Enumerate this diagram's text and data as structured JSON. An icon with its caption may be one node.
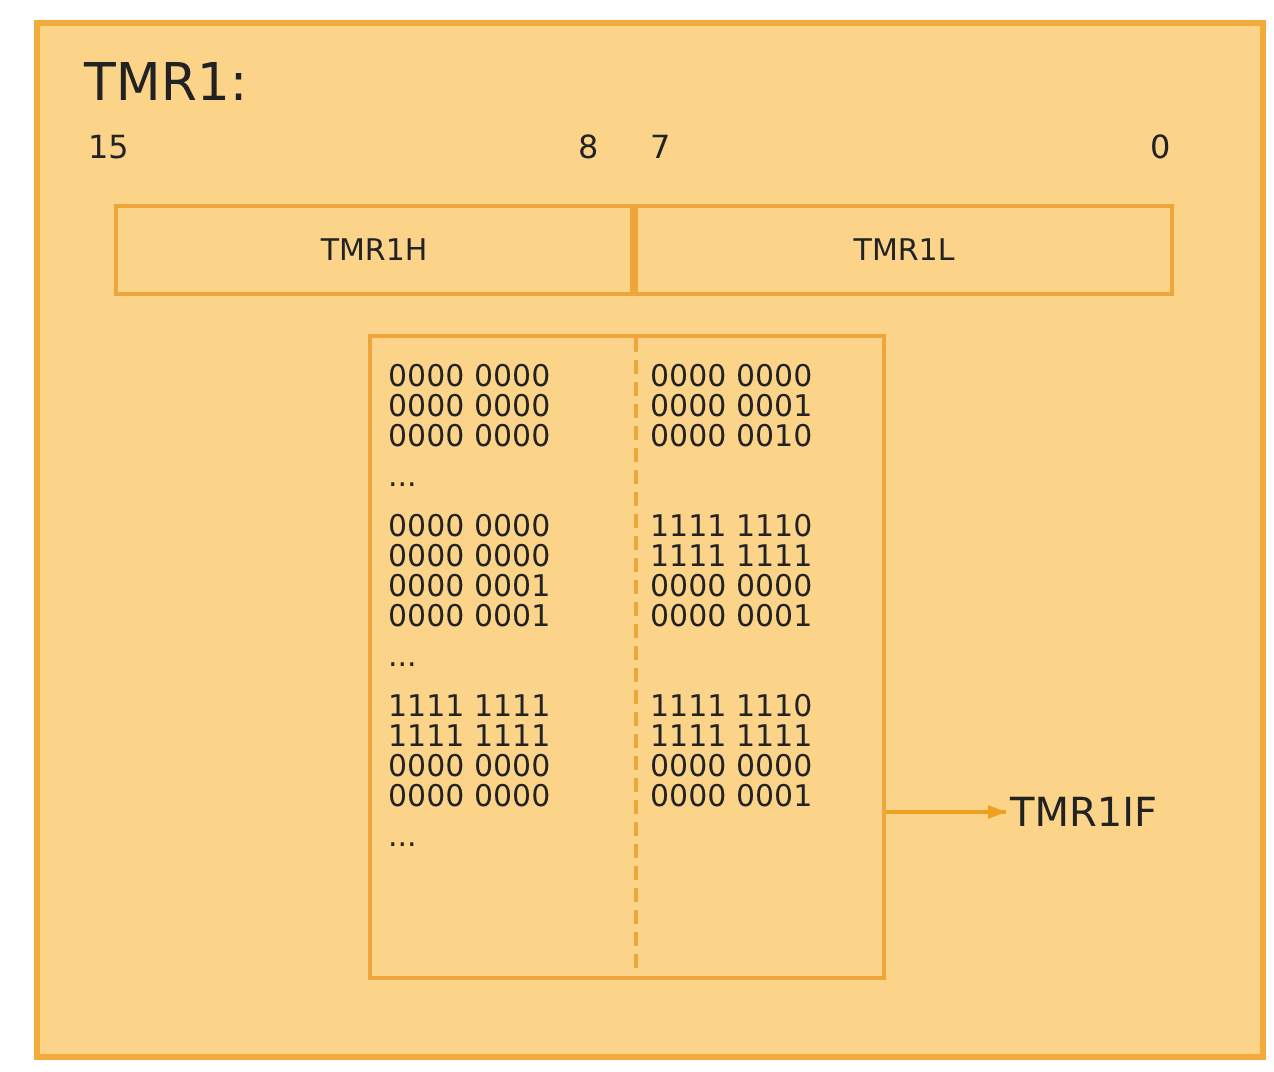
{
  "diagram": {
    "nodes": [
      {
        "text": [
          "TMR1:"
        ]
      },
      {
        "text": [
          "TMR1H"
        ],
        "in": 0
      },
      {
        "text": [
          "TMR1L"
        ],
        "in": 0
      },
      {
        "text": [],
        "shape": "box",
        "in": 0
      },
      {
        "text": [
          "TMR1IF"
        ],
        "in": 0
      }
    ],
    "edges": [
      {
        "from": 3,
        "to": 4,
        "arrow": "to",
        "color": "#f0a020"
      }
    ],
    "labels": [
      "15",
      "8",
      "7",
      "0",
      "0000 0000",
      "0000 0000",
      "0000 0000",
      "0000 0001",
      "0000 0000",
      "0000 0010",
      "...",
      "0000 0000",
      "1111 1110",
      "0000 0000",
      "1111 1111",
      "0000 0001",
      "0000 0000",
      "0000 0001",
      "0000 0001",
      "...",
      "1111 1111",
      "1111 1110",
      "1111 1111",
      "1111 1111",
      "0000 0000",
      "0000 0000",
      "0000 0000",
      "0000 0001",
      "..."
    ]
  }
}
